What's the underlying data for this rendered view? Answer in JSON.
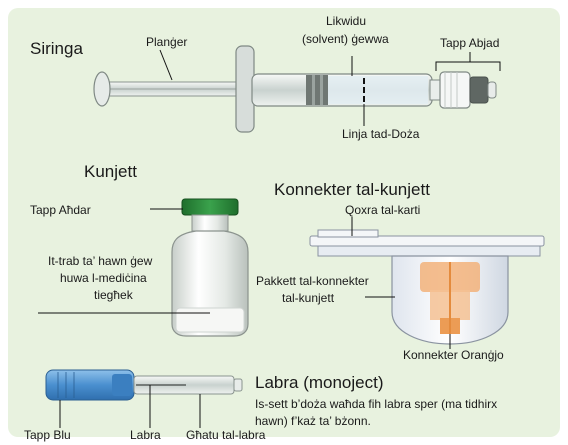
{
  "syringe": {
    "title": "Siringa",
    "plunger": "Planġer",
    "liquid_line1": "Likwidu",
    "liquid_line2": "(solvent) ġewwa",
    "cap": "Tapp Abjad",
    "dose_line": "Linja tad-Doża"
  },
  "vial": {
    "title": "Kunjett",
    "cap": "Tapp Aħdar",
    "powder_line1": "It-trab ta’ hawn ġew",
    "powder_line2": "huwa l-mediċina",
    "powder_line3": "tiegħek"
  },
  "adapter": {
    "title": "Konnekter tal-kunjett",
    "paper_lid": "Qoxra tal-karti",
    "package_line1": "Pakkett tal-konnekter",
    "package_line2": "tal-kunjett",
    "orange_connector": "Konnekter Oranġjo"
  },
  "needle": {
    "title": "Labra (monoject)",
    "note_line1": "Is-sett b’doża waħda fih labra sper (ma tidhirx",
    "note_line2": "hawn) f’każ ta’ bżonn.",
    "blue_cap": "Tapp Blu",
    "needle": "Labra",
    "needle_cover": "Għatu tal-labra"
  },
  "colors": {
    "panel": "#e8f2df",
    "vial_cap": "#2e8b3c",
    "needle_cap": "#5b9bd5",
    "orange_connector": "#f2b27a"
  }
}
